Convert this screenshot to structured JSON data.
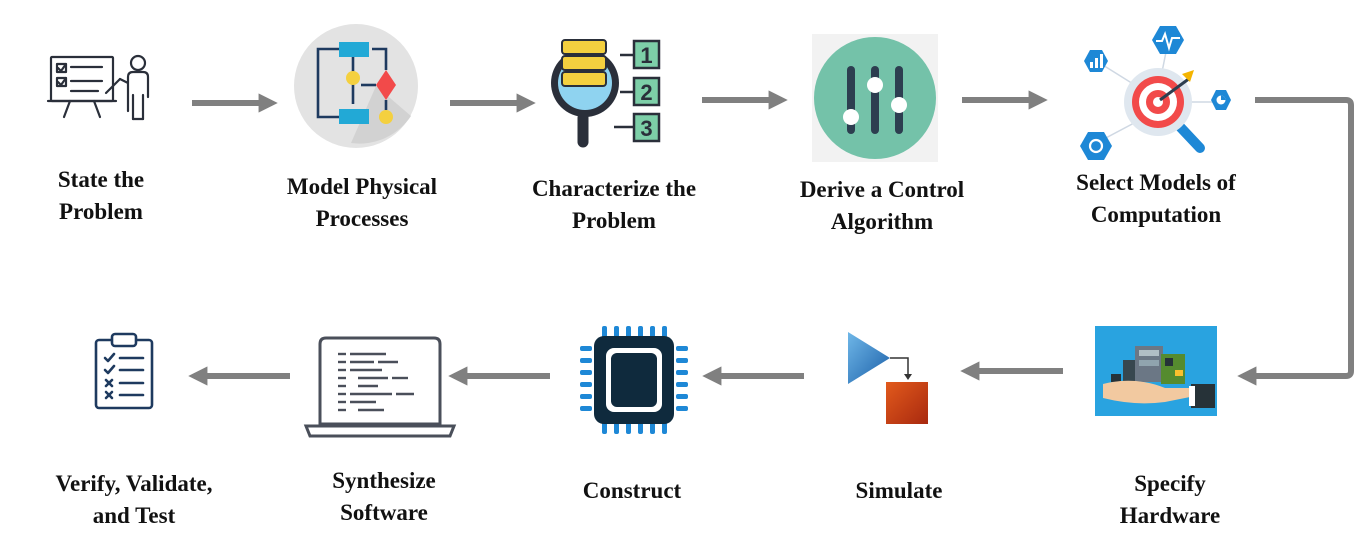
{
  "steps": [
    {
      "id": "state",
      "lines": [
        "State the",
        "Problem"
      ],
      "icon": "presentation-board-person-icon"
    },
    {
      "id": "model",
      "lines": [
        "Model Physical",
        "Processes"
      ],
      "icon": "flowchart-icon"
    },
    {
      "id": "characterize",
      "lines": [
        "Characterize the",
        "Problem"
      ],
      "icon": "magnifier-list-icon",
      "icon_numbers": [
        "1",
        "2",
        "3"
      ]
    },
    {
      "id": "derive",
      "lines": [
        "Derive a Control",
        "Algorithm"
      ],
      "icon": "sliders-icon"
    },
    {
      "id": "select",
      "lines": [
        "Select Models of",
        "Computation"
      ],
      "icon": "target-analytics-icon"
    },
    {
      "id": "hardware",
      "lines": [
        "Specify",
        "Hardware"
      ],
      "icon": "hand-holding-hardware-icon"
    },
    {
      "id": "simulate",
      "lines": [
        "Simulate"
      ],
      "icon": "simulink-icon"
    },
    {
      "id": "construct",
      "lines": [
        "Construct"
      ],
      "icon": "microchip-icon"
    },
    {
      "id": "software",
      "lines": [
        "Synthesize",
        "Software"
      ],
      "icon": "laptop-code-icon"
    },
    {
      "id": "verify",
      "lines": [
        "Verify, Validate,",
        "and Test"
      ],
      "icon": "checklist-clipboard-icon"
    }
  ],
  "colors": {
    "arrow": "#808080",
    "text": "#111111",
    "teal": "#74c2a9",
    "navy": "#1e3a5f",
    "orange": "#d84a1b",
    "blue": "#1e88d6",
    "yellow": "#f4d03f",
    "red": "#f24a4a"
  }
}
